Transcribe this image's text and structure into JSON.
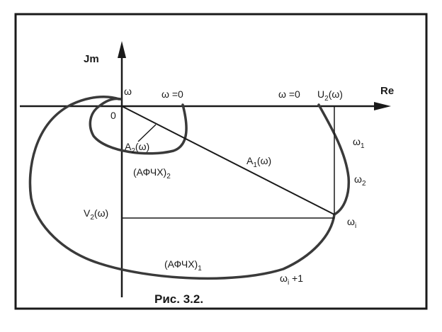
{
  "axes": {
    "imag_label": "Jm",
    "real_label": "Re"
  },
  "origin_label": "0",
  "labels": {
    "omega_top": "ω",
    "omega_zero_inner": "ω =0",
    "omega_zero_outer": "ω =0",
    "u2": "U",
    "u2_sub": "2",
    "u2_arg": "(ω)",
    "a2": "A",
    "a2_sub": "2",
    "a2_arg": "(ω)",
    "a1": "A",
    "a1_sub": "1",
    "a1_arg": "(ω)",
    "afchx2": "(АФЧХ)",
    "afchx2_sub": "2",
    "afchx1": "(АФЧХ)",
    "afchx1_sub": "1",
    "v2": "V",
    "v2_sub": "2",
    "v2_arg": "(ω)",
    "omega1": "ω",
    "omega1_sub": "1",
    "omega2": "ω",
    "omega2_sub": "2",
    "omegai": "ω",
    "omegai_sub": "i",
    "omegai1": "ω",
    "omegai1_sub": "i",
    "omegai1_tail": " +1"
  },
  "caption": "Рис. 3.2.",
  "colors": {
    "ink": "#1a1a1a",
    "curve": "#3a3a3a",
    "paper": "#ffffff"
  }
}
